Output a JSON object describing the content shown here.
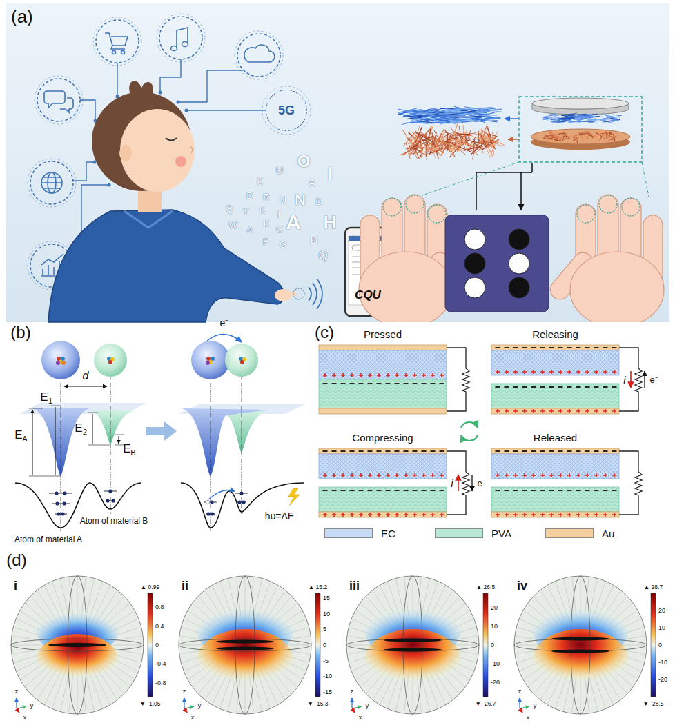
{
  "diagram": {
    "nodes": [
      {
        "text": [
          "(a)"
        ]
      },
      {
        "text": [
          "5G"
        ],
        "in": 0
      },
      {
        "text": [
          "CQU"
        ],
        "in": 0
      },
      {
        "text": [
          "Pressed"
        ]
      },
      {
        "text": [
          "Releasing"
        ]
      },
      {
        "text": [
          "Compressing"
        ]
      },
      {
        "text": [
          "Released"
        ]
      },
      {
        "text": [
          "i"
        ]
      },
      {
        "text": [
          "ii"
        ]
      },
      {
        "text": [
          "iii"
        ]
      },
      {
        "text": [
          "iv"
        ]
      }
    ],
    "labels": [
      "(b)",
      "(c)",
      "(d)",
      "K",
      "U",
      "O",
      "A",
      "I",
      "D",
      "R",
      "N",
      "N",
      "D",
      "Q",
      "Y",
      "K",
      "I",
      "H",
      "W",
      "A",
      "K",
      "C",
      "A",
      "F",
      "G",
      "B",
      "Q",
      "d",
      "E",
      "A",
      "E",
      "1",
      "E",
      "2",
      "E",
      "B",
      "Atom of material B",
      "Atom of material A",
      "e⁻",
      "hυ=ΔE",
      "i",
      "e⁻",
      "i",
      "e⁻",
      "▲ 0.99",
      "0.8",
      "0.4",
      "0",
      "-0.4",
      "-0.8",
      "▼ -1.05",
      "z",
      "y",
      "x",
      "▲ 15.2",
      "15",
      "10",
      "5",
      "0",
      "-5",
      "-10",
      "-15",
      "▼ -15.3",
      "z",
      "y",
      "x",
      "▲ 26.5",
      "20",
      "10",
      "0",
      "-10",
      "-20",
      "▼ -26.7",
      "z",
      "y",
      "x",
      "▲ 28.7",
      "20",
      "10",
      "0",
      "-10",
      "-20",
      "▼ -28.5",
      "z",
      "y",
      "x"
    ],
    "legend": [
      {
        "text": "EC",
        "color": "#c7dbf5"
      },
      {
        "text": "PVA",
        "color": "#b6e8d3"
      },
      {
        "text": "Au",
        "color": "#f3cf9f"
      }
    ]
  }
}
